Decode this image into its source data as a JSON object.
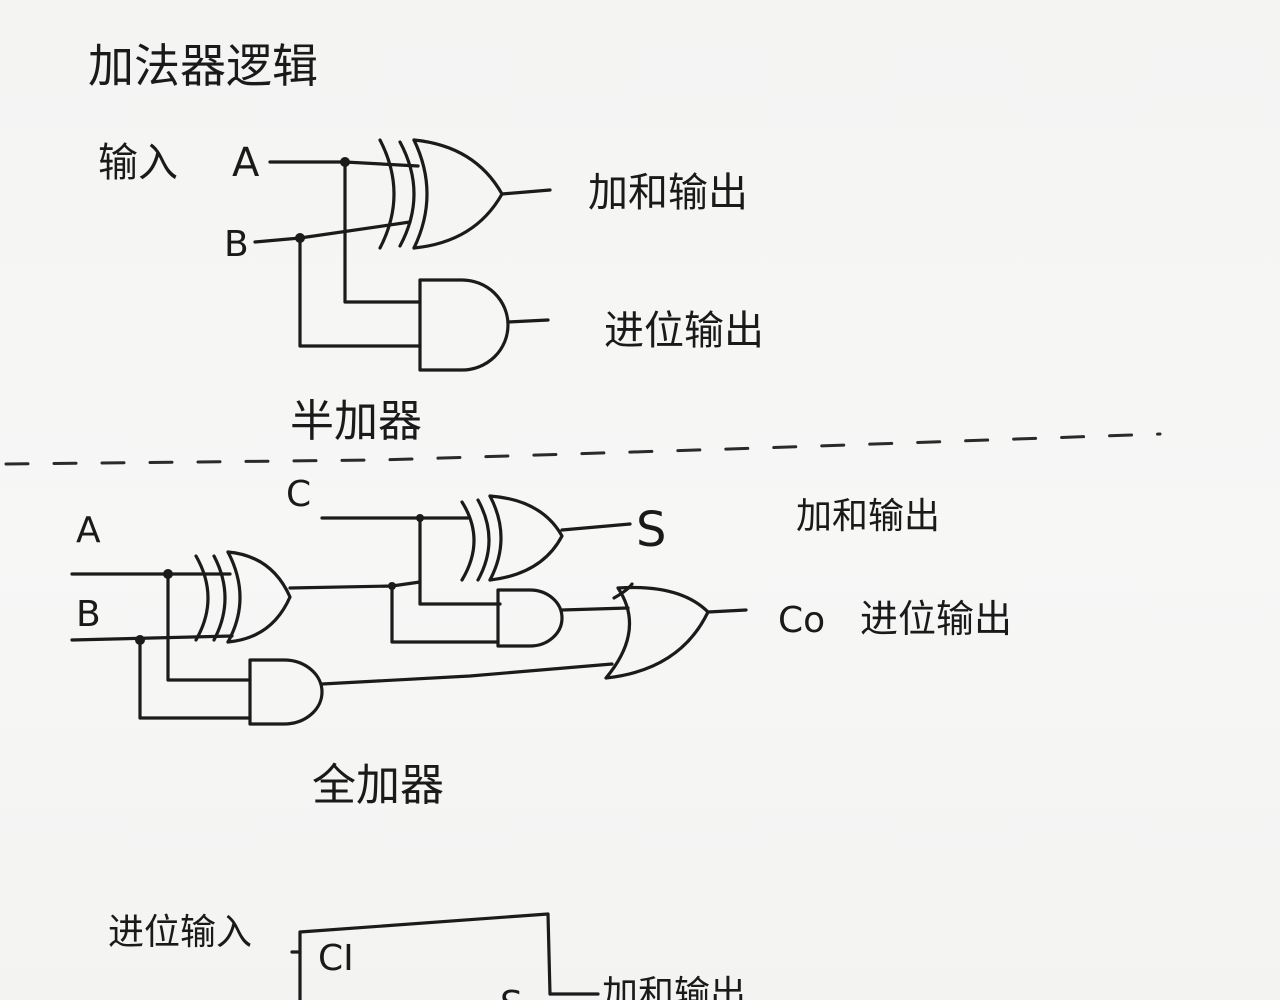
{
  "title": "加法器逻辑",
  "half_adder": {
    "input_label": "输入",
    "input_a": "A",
    "input_b": "B",
    "sum_output": "加和输出",
    "carry_output": "进位输出",
    "caption": "半加器"
  },
  "full_adder": {
    "input_a": "A",
    "input_b": "B",
    "input_c": "C",
    "sum_symbol": "S",
    "sum_output": "加和输出",
    "carry_symbol": "Co",
    "carry_output": "进位输出",
    "caption": "全加器"
  },
  "block": {
    "carry_input": "进位输入",
    "ci_pin": "CI",
    "s_pin": "S",
    "sum_output": "加和输出"
  }
}
